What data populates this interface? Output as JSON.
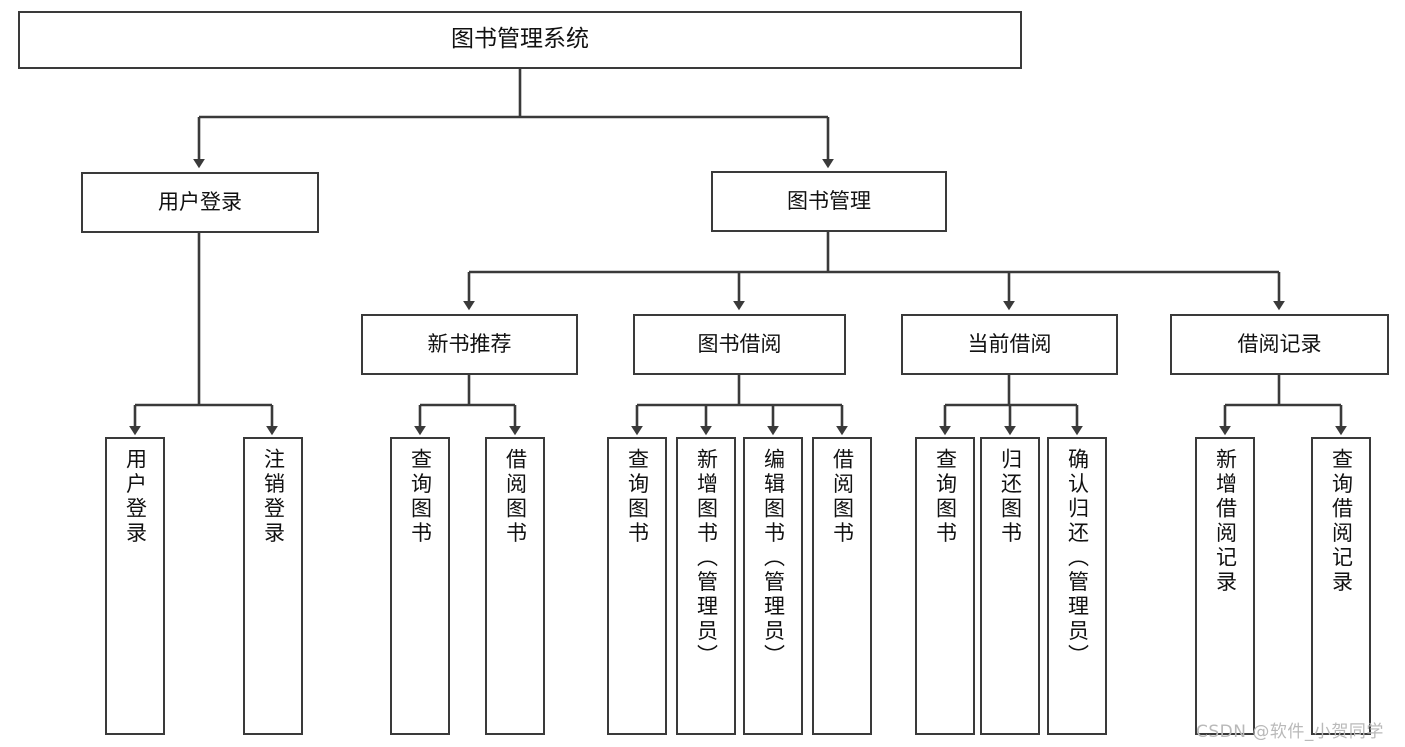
{
  "diagram": {
    "title": "图书管理系统",
    "type": "tree",
    "style": {
      "box_border_color": "#3a3a3a",
      "box_fill_color": "#ffffff",
      "line_color": "#3a3a3a",
      "text_color": "#111111",
      "background_color": "#ffffff"
    },
    "root": {
      "label": "图书管理系统"
    },
    "level2": [
      {
        "label": "用户登录"
      },
      {
        "label": "图书管理"
      }
    ],
    "level3": [
      {
        "label": "新书推荐"
      },
      {
        "label": "图书借阅"
      },
      {
        "label": "当前借阅"
      },
      {
        "label": "借阅记录"
      }
    ],
    "leaves": {
      "user_login": [
        {
          "label": "用户登录"
        },
        {
          "label": "注销登录"
        }
      ],
      "new_book_recommend": [
        {
          "label": "查询图书"
        },
        {
          "label": "借阅图书"
        }
      ],
      "book_borrow": [
        {
          "label": "查询图书"
        },
        {
          "label": "新增图书（管理员）"
        },
        {
          "label": "编辑图书（管理员）"
        },
        {
          "label": "借阅图书"
        }
      ],
      "current_borrow": [
        {
          "label": "查询图书"
        },
        {
          "label": "归还图书"
        },
        {
          "label": "确认归还（管理员）"
        }
      ],
      "borrow_record": [
        {
          "label": "新增借阅记录"
        },
        {
          "label": "查询借阅记录"
        }
      ]
    }
  },
  "watermark": {
    "text": "CSDN @软件_小贺同学"
  }
}
